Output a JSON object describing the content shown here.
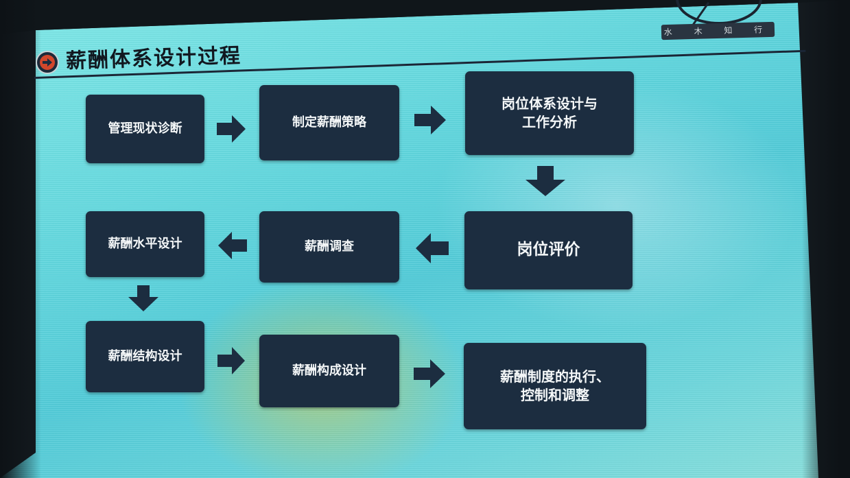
{
  "slide": {
    "title": "薪酬体系设计过程",
    "logo_text": "水 木 知 行"
  },
  "flow": {
    "row1": [
      "管理现状诊断",
      "制定薪酬策略",
      "岗位体系设计与\n工作分析"
    ],
    "row2": [
      "薪酬水平设计",
      "薪酬调查",
      "岗位评价"
    ],
    "row3": [
      "薪酬结构设计",
      "薪酬构成设计",
      "薪酬制度的执行、\n控制和调整"
    ]
  },
  "colors": {
    "box_fill": "#1c2d40",
    "box_text": "#f4f7f8",
    "arrow": "#1c2d40",
    "screen": "#5fd7de",
    "title_icon": "#d2472b"
  },
  "icons": {
    "title_icon": "right-arrow-circle-icon",
    "arrows": "block-arrow-icon"
  }
}
